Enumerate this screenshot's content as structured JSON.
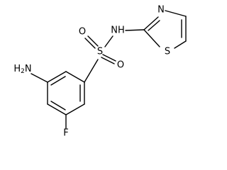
{
  "molecule": {
    "atoms": {
      "nh2": {
        "main": "H",
        "sub": "2",
        "tail": "N"
      },
      "fluorine": "F",
      "sulfur": "S",
      "oxygen_top": "O",
      "oxygen_bottom": "O",
      "nh": "NH",
      "ring_n": "N",
      "ring_s": "S"
    }
  }
}
